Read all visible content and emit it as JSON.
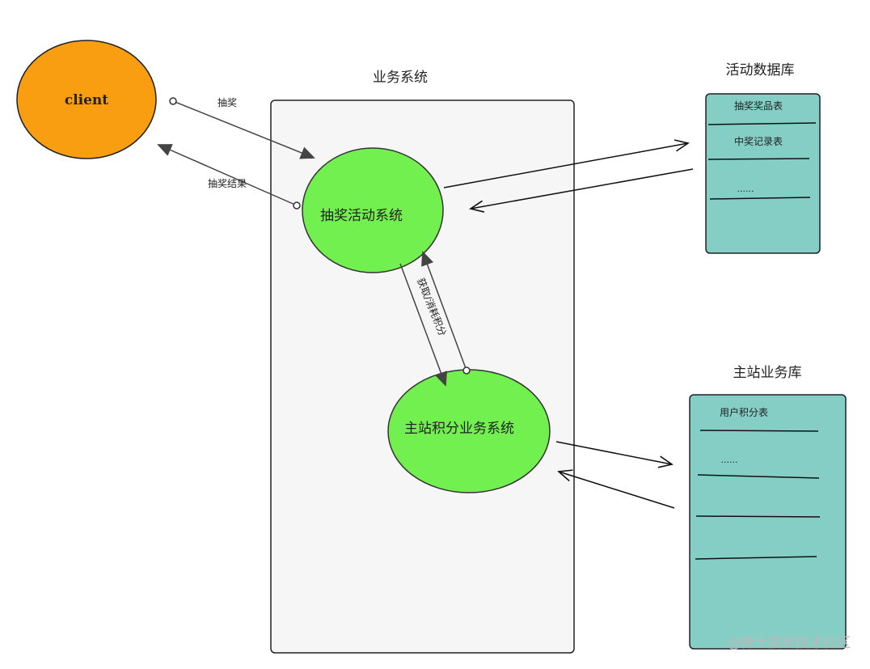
{
  "client": {
    "label": "client"
  },
  "business_system": {
    "title": "业务系统"
  },
  "lottery_system": {
    "label": "抽奖活动系统"
  },
  "points_system": {
    "label": "主站积分业务系统"
  },
  "activity_db": {
    "title": "活动数据库",
    "rows": [
      "抽奖奖品表",
      "中奖记录表",
      "......"
    ]
  },
  "main_db": {
    "title": "主站业务库",
    "rows": [
      "用户积分表",
      "......"
    ]
  },
  "edges": {
    "draw": "抽奖",
    "result": "抽奖结果",
    "points": "获取/消耗积分"
  },
  "watermark": "@稀土掘金技术社区",
  "colors": {
    "client_fill": "#f89e10",
    "system_fill": "#72f04f",
    "db_fill": "#84cec6",
    "container_fill": "#f6f6f6"
  }
}
